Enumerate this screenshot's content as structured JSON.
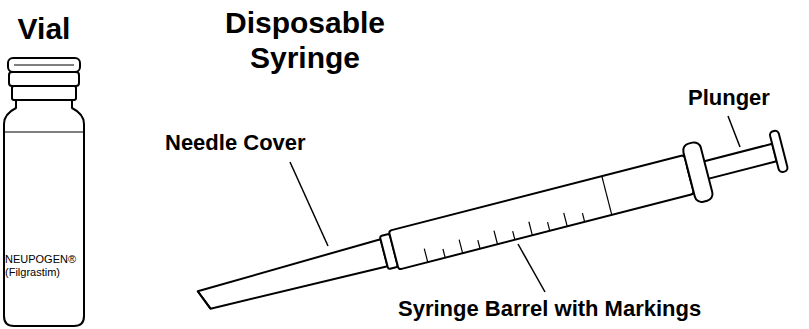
{
  "diagram": {
    "nodes": [
      {
        "text": [
          "Vial",
          "NEUPOGEN® (Filgrastim)"
        ]
      }
    ],
    "labels": [
      "Disposable Syringe",
      "Plunger",
      "Needle Cover",
      "Syringe Barrel with Markings"
    ]
  }
}
